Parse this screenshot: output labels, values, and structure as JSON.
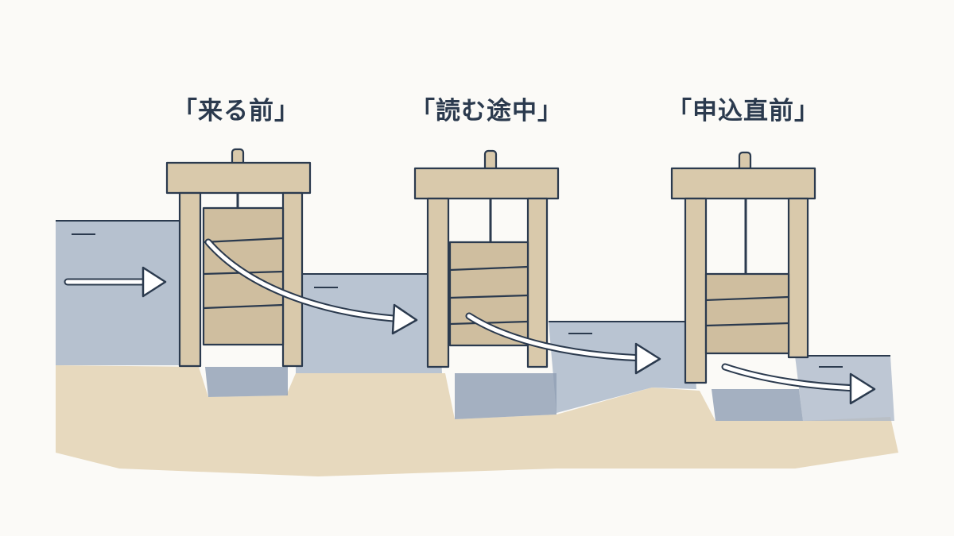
{
  "labels": {
    "stage_1": "「来る前」",
    "stage_2": "「読む途中」",
    "stage_3": "「申込直前」"
  },
  "stages": [
    {
      "gate_open_fraction": 0.05
    },
    {
      "gate_open_fraction": 0.4
    },
    {
      "gate_open_fraction": 0.65
    }
  ],
  "colors": {
    "ink": "#2b3a4e",
    "wood": "#d9c9ab",
    "wood_shadow": "#bfae8d",
    "water": "#a9b6c8",
    "water_dark": "#8e9db3",
    "soil": "#e3d2b4",
    "arrow_fill": "#ffffff"
  }
}
